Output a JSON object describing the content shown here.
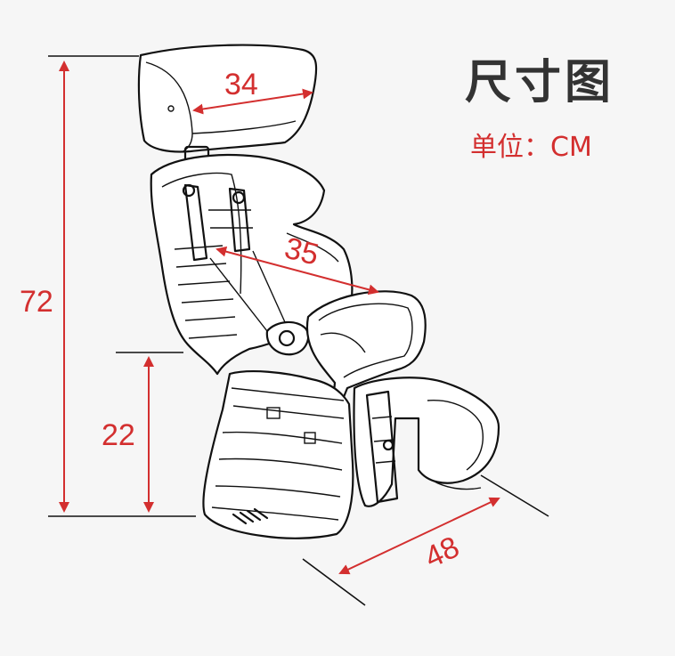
{
  "title": "尺寸图",
  "unit_label": "单位：CM",
  "dimensions": {
    "headrest_width": "34",
    "seat_width": "35",
    "total_height": "72",
    "seat_height": "22",
    "depth": "48"
  },
  "colors": {
    "dimension_red": "#d32f2f",
    "outline": "#111111",
    "background": "#f6f6f6"
  }
}
